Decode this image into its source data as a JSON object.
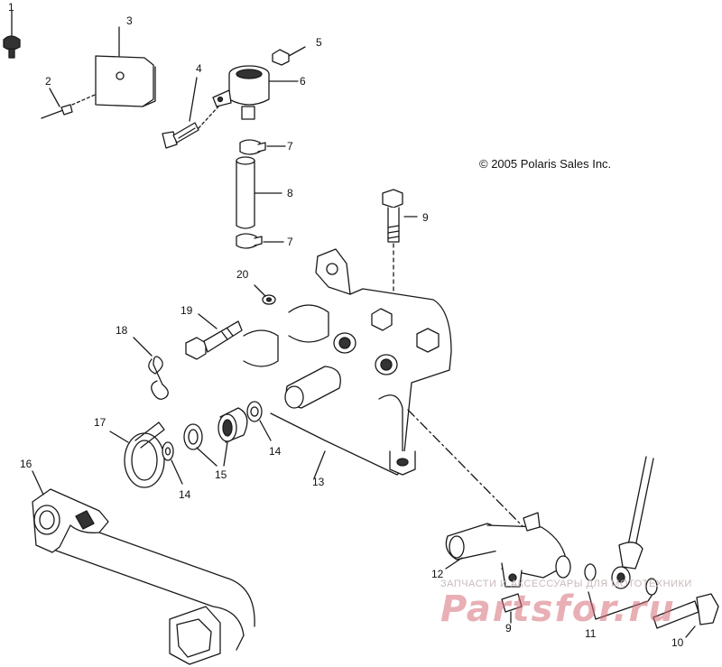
{
  "copyright": "© 2005 Polaris Sales Inc.",
  "watermark": {
    "subtitle": "ЗАПЧАСТИ И АКСЕССУАРЫ ДЛЯ МОТОТЕХНИКИ",
    "brand": "Partsfor.ru"
  },
  "callouts": {
    "c1": "1",
    "c2": "2",
    "c3": "3",
    "c4": "4",
    "c5": "5",
    "c6": "6",
    "c7a": "7",
    "c7b": "7",
    "c8": "8",
    "c9a": "9",
    "c9b": "9",
    "c10": "10",
    "c11": "11",
    "c12": "12",
    "c13": "13",
    "c14a": "14",
    "c14b": "14",
    "c15": "15",
    "c16": "16",
    "c17": "17",
    "c18": "18",
    "c19": "19",
    "c20": "20"
  },
  "colors": {
    "line": "#1a1a1a",
    "watermark": "#d66e78"
  }
}
